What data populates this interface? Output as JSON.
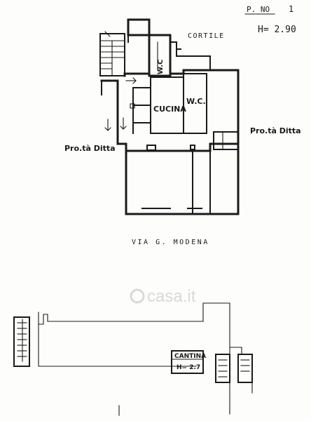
{
  "header": {
    "floor_label": "P. NO",
    "floor_number": "1",
    "height_label": "H= 2.90"
  },
  "upper_plan": {
    "rooms": {
      "courtyard": "CORTILE",
      "wc_small": "W.C",
      "kitchen": "CUCINA",
      "wc": "W.C.",
      "property_left": "Pro.tà Ditta",
      "property_right": "Pro.tà Ditta"
    },
    "street": "VIA G. MODENA"
  },
  "lower_plan": {
    "cellar_label": "CANTINA",
    "cellar_height": "H= 2.7"
  },
  "watermark": {
    "text": "casa.it"
  }
}
